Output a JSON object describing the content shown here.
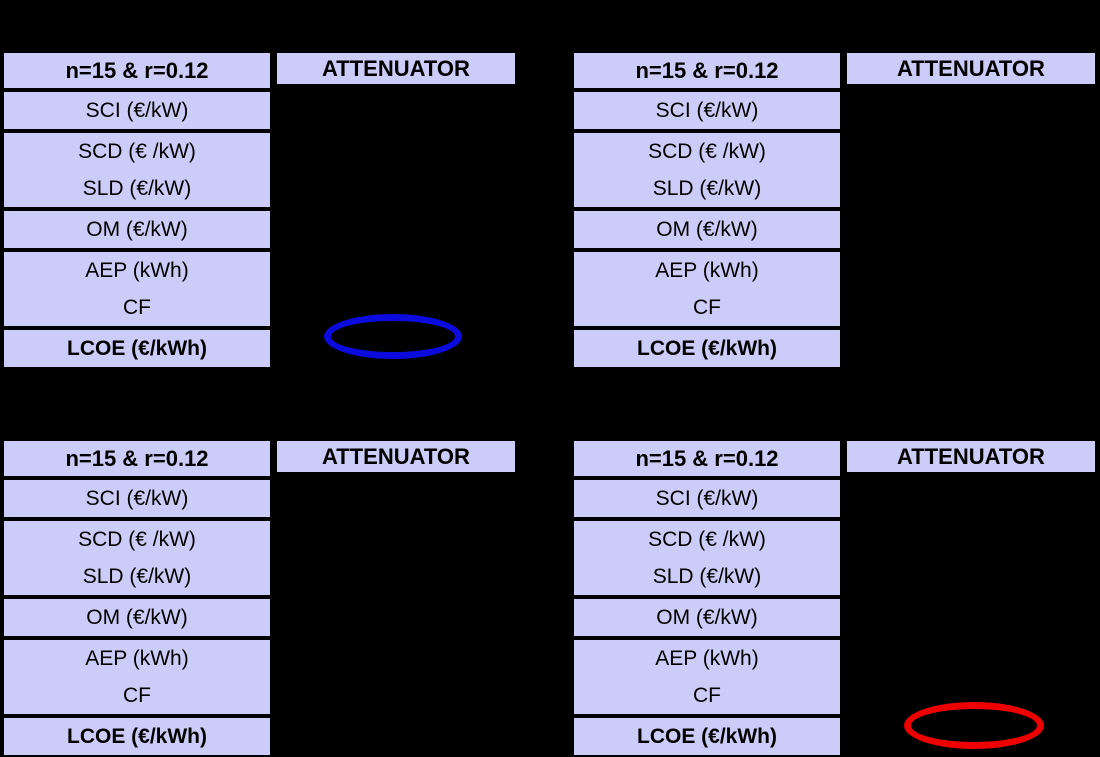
{
  "page": {
    "background_color": "#000000",
    "cell_fill_color": "#ccccf9",
    "cell_border_color": "#000000",
    "text_color": "#000000"
  },
  "row_labels": {
    "header": "n=15 & r=0.12",
    "sci": "SCI (€/kW)",
    "scd": "SCD (€ /kW)",
    "sld": "SLD (€/kW)",
    "om": "OM (€/kW)",
    "aep": "AEP (kWh)",
    "cf": "CF",
    "lcoe": "LCOE (€/kWh)"
  },
  "column_header": {
    "attenuator": "ATTENUATOR"
  },
  "tables": [
    {
      "id": "table-top-left",
      "position": "top-left",
      "header": "n=15 & r=0.12",
      "value_column_header": "ATTENUATOR",
      "rows": [
        {
          "label": "SCI (€/kW)",
          "value": ""
        },
        {
          "label": "SCD (€ /kW)",
          "value": ""
        },
        {
          "label": "SLD (€/kW)",
          "value": ""
        },
        {
          "label": "OM (€/kW)",
          "value": ""
        },
        {
          "label": "AEP (kWh)",
          "value": ""
        },
        {
          "label": "CF",
          "value": ""
        },
        {
          "label": "LCOE (€/kWh)",
          "value": ""
        }
      ],
      "annotation": {
        "shape": "ellipse",
        "color": "#0b0bdd",
        "target_row": "LCOE (€/kWh)"
      }
    },
    {
      "id": "table-top-right",
      "position": "top-right",
      "header": "n=15 & r=0.12",
      "value_column_header": "ATTENUATOR",
      "rows": [
        {
          "label": "SCI (€/kW)",
          "value": ""
        },
        {
          "label": "SCD (€ /kW)",
          "value": ""
        },
        {
          "label": "SLD (€/kW)",
          "value": ""
        },
        {
          "label": "OM (€/kW)",
          "value": ""
        },
        {
          "label": "AEP (kWh)",
          "value": ""
        },
        {
          "label": "CF",
          "value": ""
        },
        {
          "label": "LCOE (€/kWh)",
          "value": ""
        }
      ],
      "annotation": null
    },
    {
      "id": "table-bottom-left",
      "position": "bottom-left",
      "header": "n=15 & r=0.12",
      "value_column_header": "ATTENUATOR",
      "rows": [
        {
          "label": "SCI (€/kW)",
          "value": ""
        },
        {
          "label": "SCD (€ /kW)",
          "value": ""
        },
        {
          "label": "SLD (€/kW)",
          "value": ""
        },
        {
          "label": "OM (€/kW)",
          "value": ""
        },
        {
          "label": "AEP (kWh)",
          "value": ""
        },
        {
          "label": "CF",
          "value": ""
        },
        {
          "label": "LCOE (€/kWh)",
          "value": ""
        }
      ],
      "annotation": null
    },
    {
      "id": "table-bottom-right",
      "position": "bottom-right",
      "header": "n=15 & r=0.12",
      "value_column_header": "ATTENUATOR",
      "rows": [
        {
          "label": "SCI (€/kW)",
          "value": ""
        },
        {
          "label": "SCD (€ /kW)",
          "value": ""
        },
        {
          "label": "SLD (€/kW)",
          "value": ""
        },
        {
          "label": "OM (€/kW)",
          "value": ""
        },
        {
          "label": "AEP (kWh)",
          "value": ""
        },
        {
          "label": "CF",
          "value": ""
        },
        {
          "label": "LCOE (€/kWh)",
          "value": ""
        }
      ],
      "annotation": {
        "shape": "ellipse",
        "color": "#ee0000",
        "target_row": "LCOE (€/kWh)"
      }
    }
  ],
  "annotations": [
    {
      "id": "blue-ellipse",
      "shape": "ellipse",
      "color": "#0b0bdd",
      "near": "table-top-left / LCOE value"
    },
    {
      "id": "red-ellipse",
      "shape": "ellipse",
      "color": "#ee0000",
      "near": "table-bottom-right / LCOE value"
    }
  ]
}
